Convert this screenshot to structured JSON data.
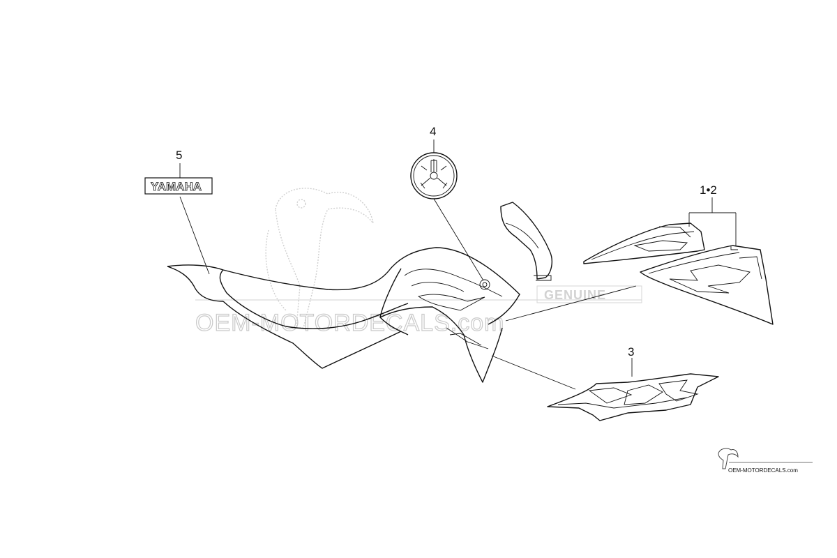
{
  "callouts": {
    "item_1_2": "1•2",
    "item_3": "3",
    "item_4": "4",
    "item_5": "5"
  },
  "decal_5_text": "YAMAHA",
  "watermark": {
    "site": "OEM-MOTORDECALS.com",
    "badge": "GENUINE"
  },
  "footer_logo_text": "OEM-MOTORDECALS.com",
  "colors": {
    "line": "#111111",
    "watermark": "#c9c9c9",
    "background": "#ffffff"
  },
  "icons": {
    "watermark_logo": "toucan-icon",
    "emblem": "tuning-fork-emblem-icon"
  }
}
